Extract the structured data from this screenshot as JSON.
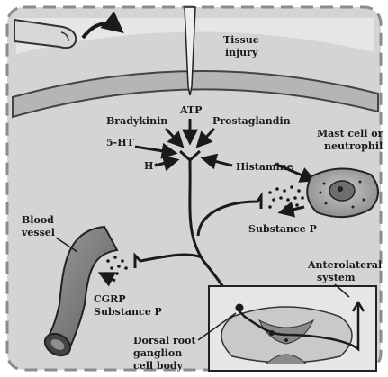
{
  "labels": {
    "tissue_injury_1": "Tissue",
    "tissue_injury_2": "injury",
    "atp": "ATP",
    "bradykinin": "Bradykinin",
    "prostaglandin": "Prostaglandin",
    "serotonin": "5-HT",
    "h_ion": "H⁺",
    "histamine": "Histamine",
    "mast_cell_1": "Mast cell or",
    "mast_cell_2": "neutrophil",
    "substance_p": "Substance P",
    "blood_vessel_1": "Blood",
    "blood_vessel_2": "vessel",
    "cgrp_1": "CGRP",
    "cgrp_2": "Substance P",
    "anterolateral_1": "Anterolateral",
    "anterolateral_2": "system",
    "drg_1": "Dorsal root",
    "drg_2": "ganglion",
    "drg_3": "cell body"
  },
  "colors": {
    "background": "#d9d9d9",
    "skin": "#bdbdbd",
    "vessel": "#7a7a7a",
    "cell": "#9a9a9a",
    "ink": "#1a1a1a"
  }
}
